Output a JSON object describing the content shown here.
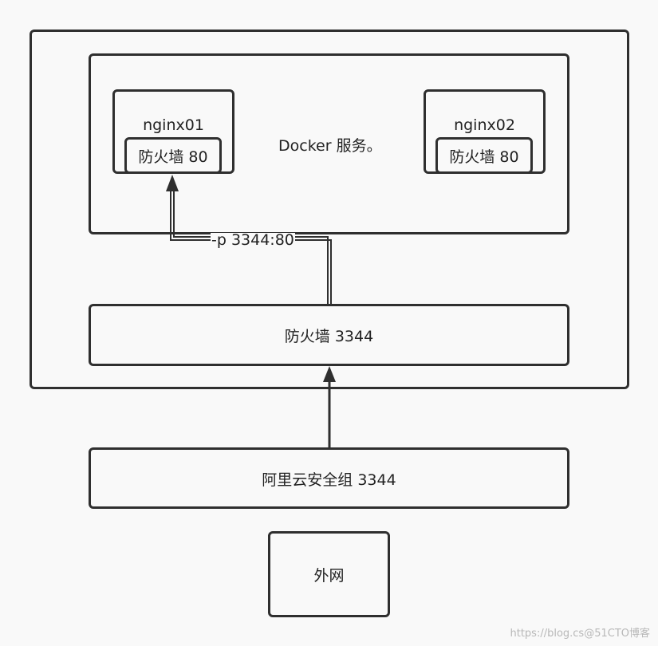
{
  "diagram": {
    "host_box": {},
    "docker": {
      "label": "Docker 服务。",
      "containers": [
        {
          "name": "nginx01",
          "firewall": "防火墙 80"
        },
        {
          "name": "nginx02",
          "firewall": "防火墙 80"
        }
      ]
    },
    "port_mapping": "-p 3344:80",
    "host_firewall": "防火墙 3344",
    "aliyun_security_group": "阿里云安全组 3344",
    "internet": "外网"
  },
  "watermark": "https://blog.cs@51CTO博客"
}
